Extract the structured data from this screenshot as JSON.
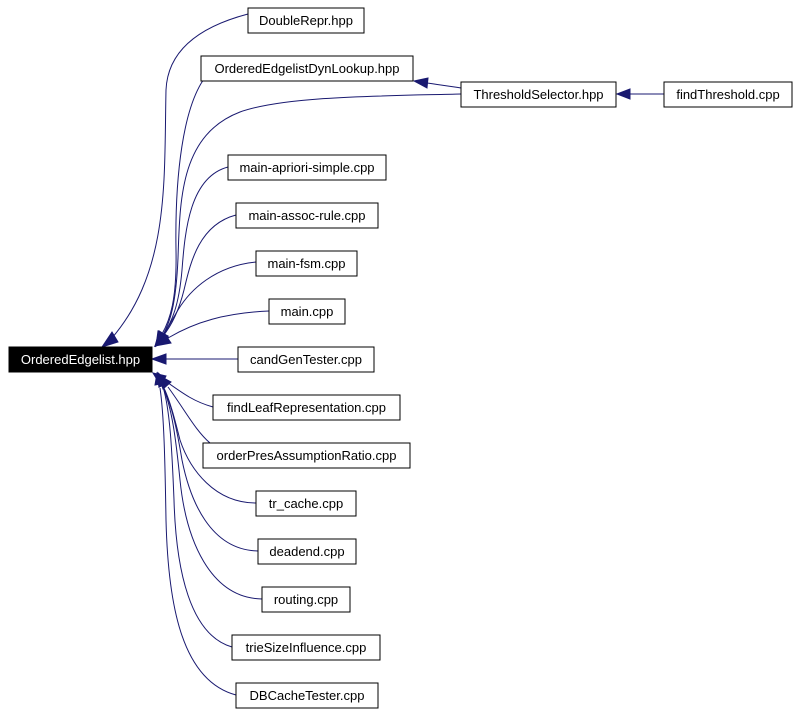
{
  "diagram": {
    "edge_color": "#191970",
    "root_node": {
      "label": "OrderedEdgelist.hpp",
      "icon": "file-header-icon"
    },
    "nodes": [
      {
        "id": "double-repr",
        "label": "DoubleRepr.hpp"
      },
      {
        "id": "ordered-edgelist-dyn-lookup",
        "label": "OrderedEdgelistDynLookup.hpp"
      },
      {
        "id": "threshold-selector",
        "label": "ThresholdSelector.hpp"
      },
      {
        "id": "find-threshold",
        "label": "findThreshold.cpp"
      },
      {
        "id": "main-apriori-simple",
        "label": "main-apriori-simple.cpp"
      },
      {
        "id": "main-assoc-rule",
        "label": "main-assoc-rule.cpp"
      },
      {
        "id": "main-fsm",
        "label": "main-fsm.cpp"
      },
      {
        "id": "main",
        "label": "main.cpp"
      },
      {
        "id": "cand-gen-tester",
        "label": "candGenTester.cpp"
      },
      {
        "id": "find-leaf-representation",
        "label": "findLeafRepresentation.cpp"
      },
      {
        "id": "order-pres-assumption-ratio",
        "label": "orderPresAssumptionRatio.cpp"
      },
      {
        "id": "tr-cache",
        "label": "tr_cache.cpp"
      },
      {
        "id": "deadend",
        "label": "deadend.cpp"
      },
      {
        "id": "routing",
        "label": "routing.cpp"
      },
      {
        "id": "trie-size-influence",
        "label": "trieSizeInfluence.cpp"
      },
      {
        "id": "db-cache-tester",
        "label": "DBCacheTester.cpp"
      }
    ],
    "edges": [
      {
        "from": "double-repr",
        "to": "ordered-edgelist"
      },
      {
        "from": "ordered-edgelist-dyn-lookup",
        "to": "ordered-edgelist"
      },
      {
        "from": "threshold-selector",
        "to": "ordered-edgelist-dyn-lookup"
      },
      {
        "from": "threshold-selector",
        "to": "ordered-edgelist"
      },
      {
        "from": "find-threshold",
        "to": "threshold-selector"
      },
      {
        "from": "main-apriori-simple",
        "to": "ordered-edgelist"
      },
      {
        "from": "main-assoc-rule",
        "to": "ordered-edgelist"
      },
      {
        "from": "main-fsm",
        "to": "ordered-edgelist"
      },
      {
        "from": "main",
        "to": "ordered-edgelist"
      },
      {
        "from": "cand-gen-tester",
        "to": "ordered-edgelist"
      },
      {
        "from": "find-leaf-representation",
        "to": "ordered-edgelist"
      },
      {
        "from": "order-pres-assumption-ratio",
        "to": "ordered-edgelist"
      },
      {
        "from": "tr-cache",
        "to": "ordered-edgelist"
      },
      {
        "from": "deadend",
        "to": "ordered-edgelist"
      },
      {
        "from": "routing",
        "to": "ordered-edgelist"
      },
      {
        "from": "trie-size-influence",
        "to": "ordered-edgelist"
      },
      {
        "from": "db-cache-tester",
        "to": "ordered-edgelist"
      }
    ]
  }
}
